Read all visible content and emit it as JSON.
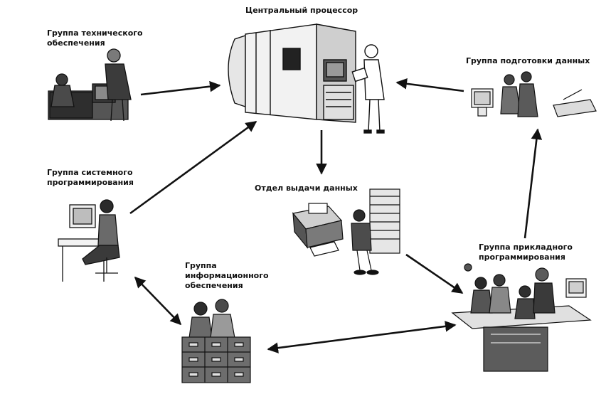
{
  "nodes": {
    "cpu": {
      "label": "Центральный процессор"
    },
    "tech": {
      "label_lines": [
        "Группа технического",
        "обеспечения"
      ]
    },
    "prep": {
      "label": "Группа подготовки данных"
    },
    "sys": {
      "label_lines": [
        "Группа системного",
        "программирования"
      ]
    },
    "output": {
      "label": "Отдел выдачи данных"
    },
    "info": {
      "label_lines": [
        "Группа",
        "информационного",
        "обеспечения"
      ]
    },
    "app": {
      "label_lines": [
        "Группа прикладного",
        "программирования"
      ]
    }
  },
  "connections": [
    {
      "from": "tech",
      "to": "cpu",
      "type": "one-way"
    },
    {
      "from": "prep",
      "to": "cpu",
      "type": "one-way"
    },
    {
      "from": "sys",
      "to": "cpu",
      "type": "one-way"
    },
    {
      "from": "cpu",
      "to": "output",
      "type": "one-way"
    },
    {
      "from": "output",
      "to": "app",
      "type": "one-way"
    },
    {
      "from": "app",
      "to": "prep",
      "type": "one-way"
    },
    {
      "from": "sys",
      "to": "info",
      "type": "two-way"
    },
    {
      "from": "info",
      "to": "app",
      "type": "two-way"
    }
  ],
  "colors": {
    "ink": "#111111",
    "paper": "#ffffff",
    "shade": "#7a7a7a",
    "light": "#d4d4d4"
  }
}
